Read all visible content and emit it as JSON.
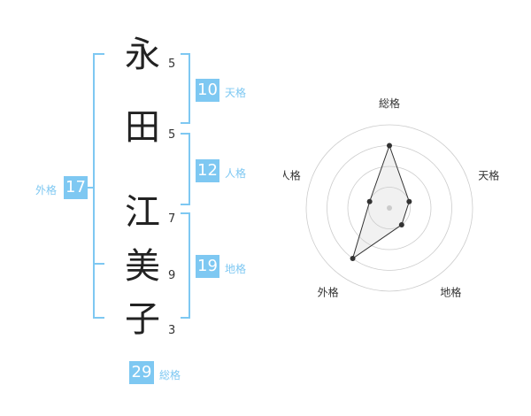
{
  "name_chars": [
    {
      "char": "永",
      "strokes": "5"
    },
    {
      "char": "田",
      "strokes": "5"
    },
    {
      "char": "江",
      "strokes": "7"
    },
    {
      "char": "美",
      "strokes": "9"
    },
    {
      "char": "子",
      "strokes": "3"
    }
  ],
  "fortunes": {
    "tenkaku": {
      "value": "10",
      "label": "天格"
    },
    "jinkaku": {
      "value": "12",
      "label": "人格"
    },
    "chikaku": {
      "value": "19",
      "label": "地格"
    },
    "gaikaku": {
      "value": "17",
      "label": "外格"
    },
    "soukaku": {
      "value": "29",
      "label": "総格"
    }
  },
  "colors": {
    "accent": "#7ec8f2",
    "text": "#222222",
    "grid": "#cccccc",
    "polygon": "#333333"
  },
  "chart_data": {
    "type": "radar",
    "axes": [
      "総格",
      "天格",
      "地格",
      "外格",
      "人格"
    ],
    "values": [
      0.75,
      0.25,
      0.25,
      0.75,
      0.25
    ],
    "rings": 4
  }
}
